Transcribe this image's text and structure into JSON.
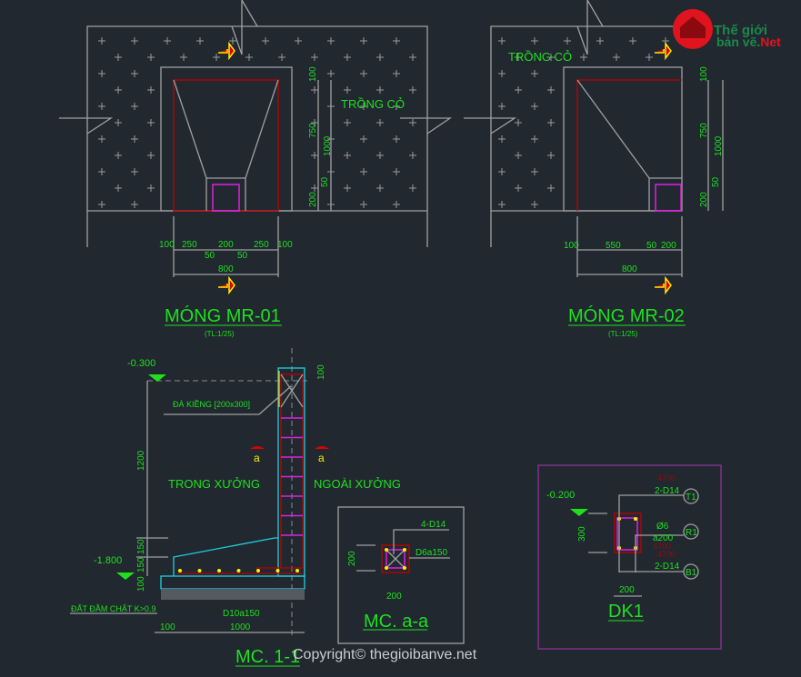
{
  "mr01": {
    "title": "MÓNG MR-01",
    "scale": "(TL:1/25)",
    "label": "TRỒNG CỎ",
    "dims_h": [
      "100",
      "250",
      "200",
      "250",
      "100"
    ],
    "dims_sub": [
      "50",
      "50"
    ],
    "total": "800",
    "dims_v": [
      "100",
      "750",
      "1000",
      "50",
      "200"
    ]
  },
  "mr02": {
    "title": "MÓNG MR-02",
    "scale": "(TL:1/25)",
    "label": "TRỒNG CỎ",
    "dims_h": [
      "100",
      "550",
      "50",
      "200"
    ],
    "total": "800",
    "dims_v": [
      "100",
      "750",
      "1000",
      "50",
      "200"
    ]
  },
  "mc11": {
    "title": "MC. 1-1",
    "level_top": "-0.300",
    "level_bottom": "-1.800",
    "beam": "ĐÀ KIỀNG [200x300]",
    "inside": "TRONG XƯỞNG",
    "outside": "NGOÀI XƯỞNG",
    "section_mark": "a",
    "soil": "ĐẤT ĐẦM CHẶT K>0.9",
    "rebar": "D10a150",
    "dim_1200": "1200",
    "dim_150a": "150",
    "dim_150b": "150",
    "dim_100b": "100",
    "dim_100top": "100",
    "dim_100": "100",
    "dim_1000": "1000"
  },
  "mcaa": {
    "title": "MC. a-a",
    "rebar_main": "4-D14",
    "stirrup": "D6a150",
    "dim_v": "200",
    "dim_h": "200"
  },
  "dk1": {
    "title": "DK1",
    "level": "-0.200",
    "top": "2-D14",
    "bottom": "2-D14",
    "stirrup_d": "Ø6",
    "stirrup_a": "a200",
    "len1": "4700",
    "len2": "4700",
    "len3": "4700",
    "dim_v": "300",
    "dim_h": "200",
    "tag_t": "T1",
    "tag_r": "R1",
    "tag_b": "B1"
  },
  "logo": {
    "line1": "Thế giới",
    "line2": "bản vẽ.",
    "line3": "Net"
  },
  "copyright": "Copyright© thegioibanve.net",
  "colors": {
    "background": "#212830",
    "text": "#1fe01f",
    "logo": "#e0141e"
  }
}
